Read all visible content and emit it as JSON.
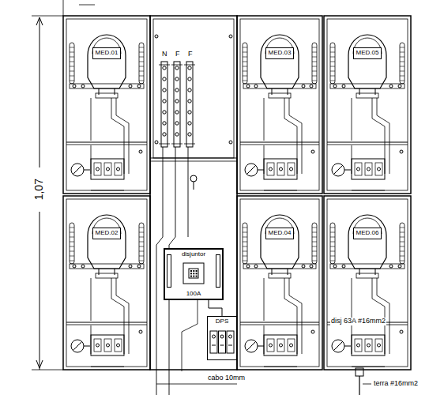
{
  "diagram": {
    "nodes": [
      {
        "text": [
          "MED.01"
        ]
      },
      {
        "text": [
          "MED.03"
        ]
      },
      {
        "text": [
          "MED.05"
        ]
      },
      {
        "text": [
          "MED.02"
        ]
      },
      {
        "text": [
          "disjuntor",
          "100A"
        ]
      },
      {
        "text": [
          "MED.04"
        ]
      },
      {
        "text": [
          "MED.06"
        ]
      },
      {
        "text": [
          "DPS"
        ]
      }
    ],
    "edges": [
      {
        "from": 4,
        "to": 7,
        "arrow": "none"
      }
    ],
    "labels": [
      "N",
      "F",
      "F",
      "1,07",
      "disj 63A #16mm2",
      "cabo 10mm",
      "terra #16mm2"
    ]
  }
}
